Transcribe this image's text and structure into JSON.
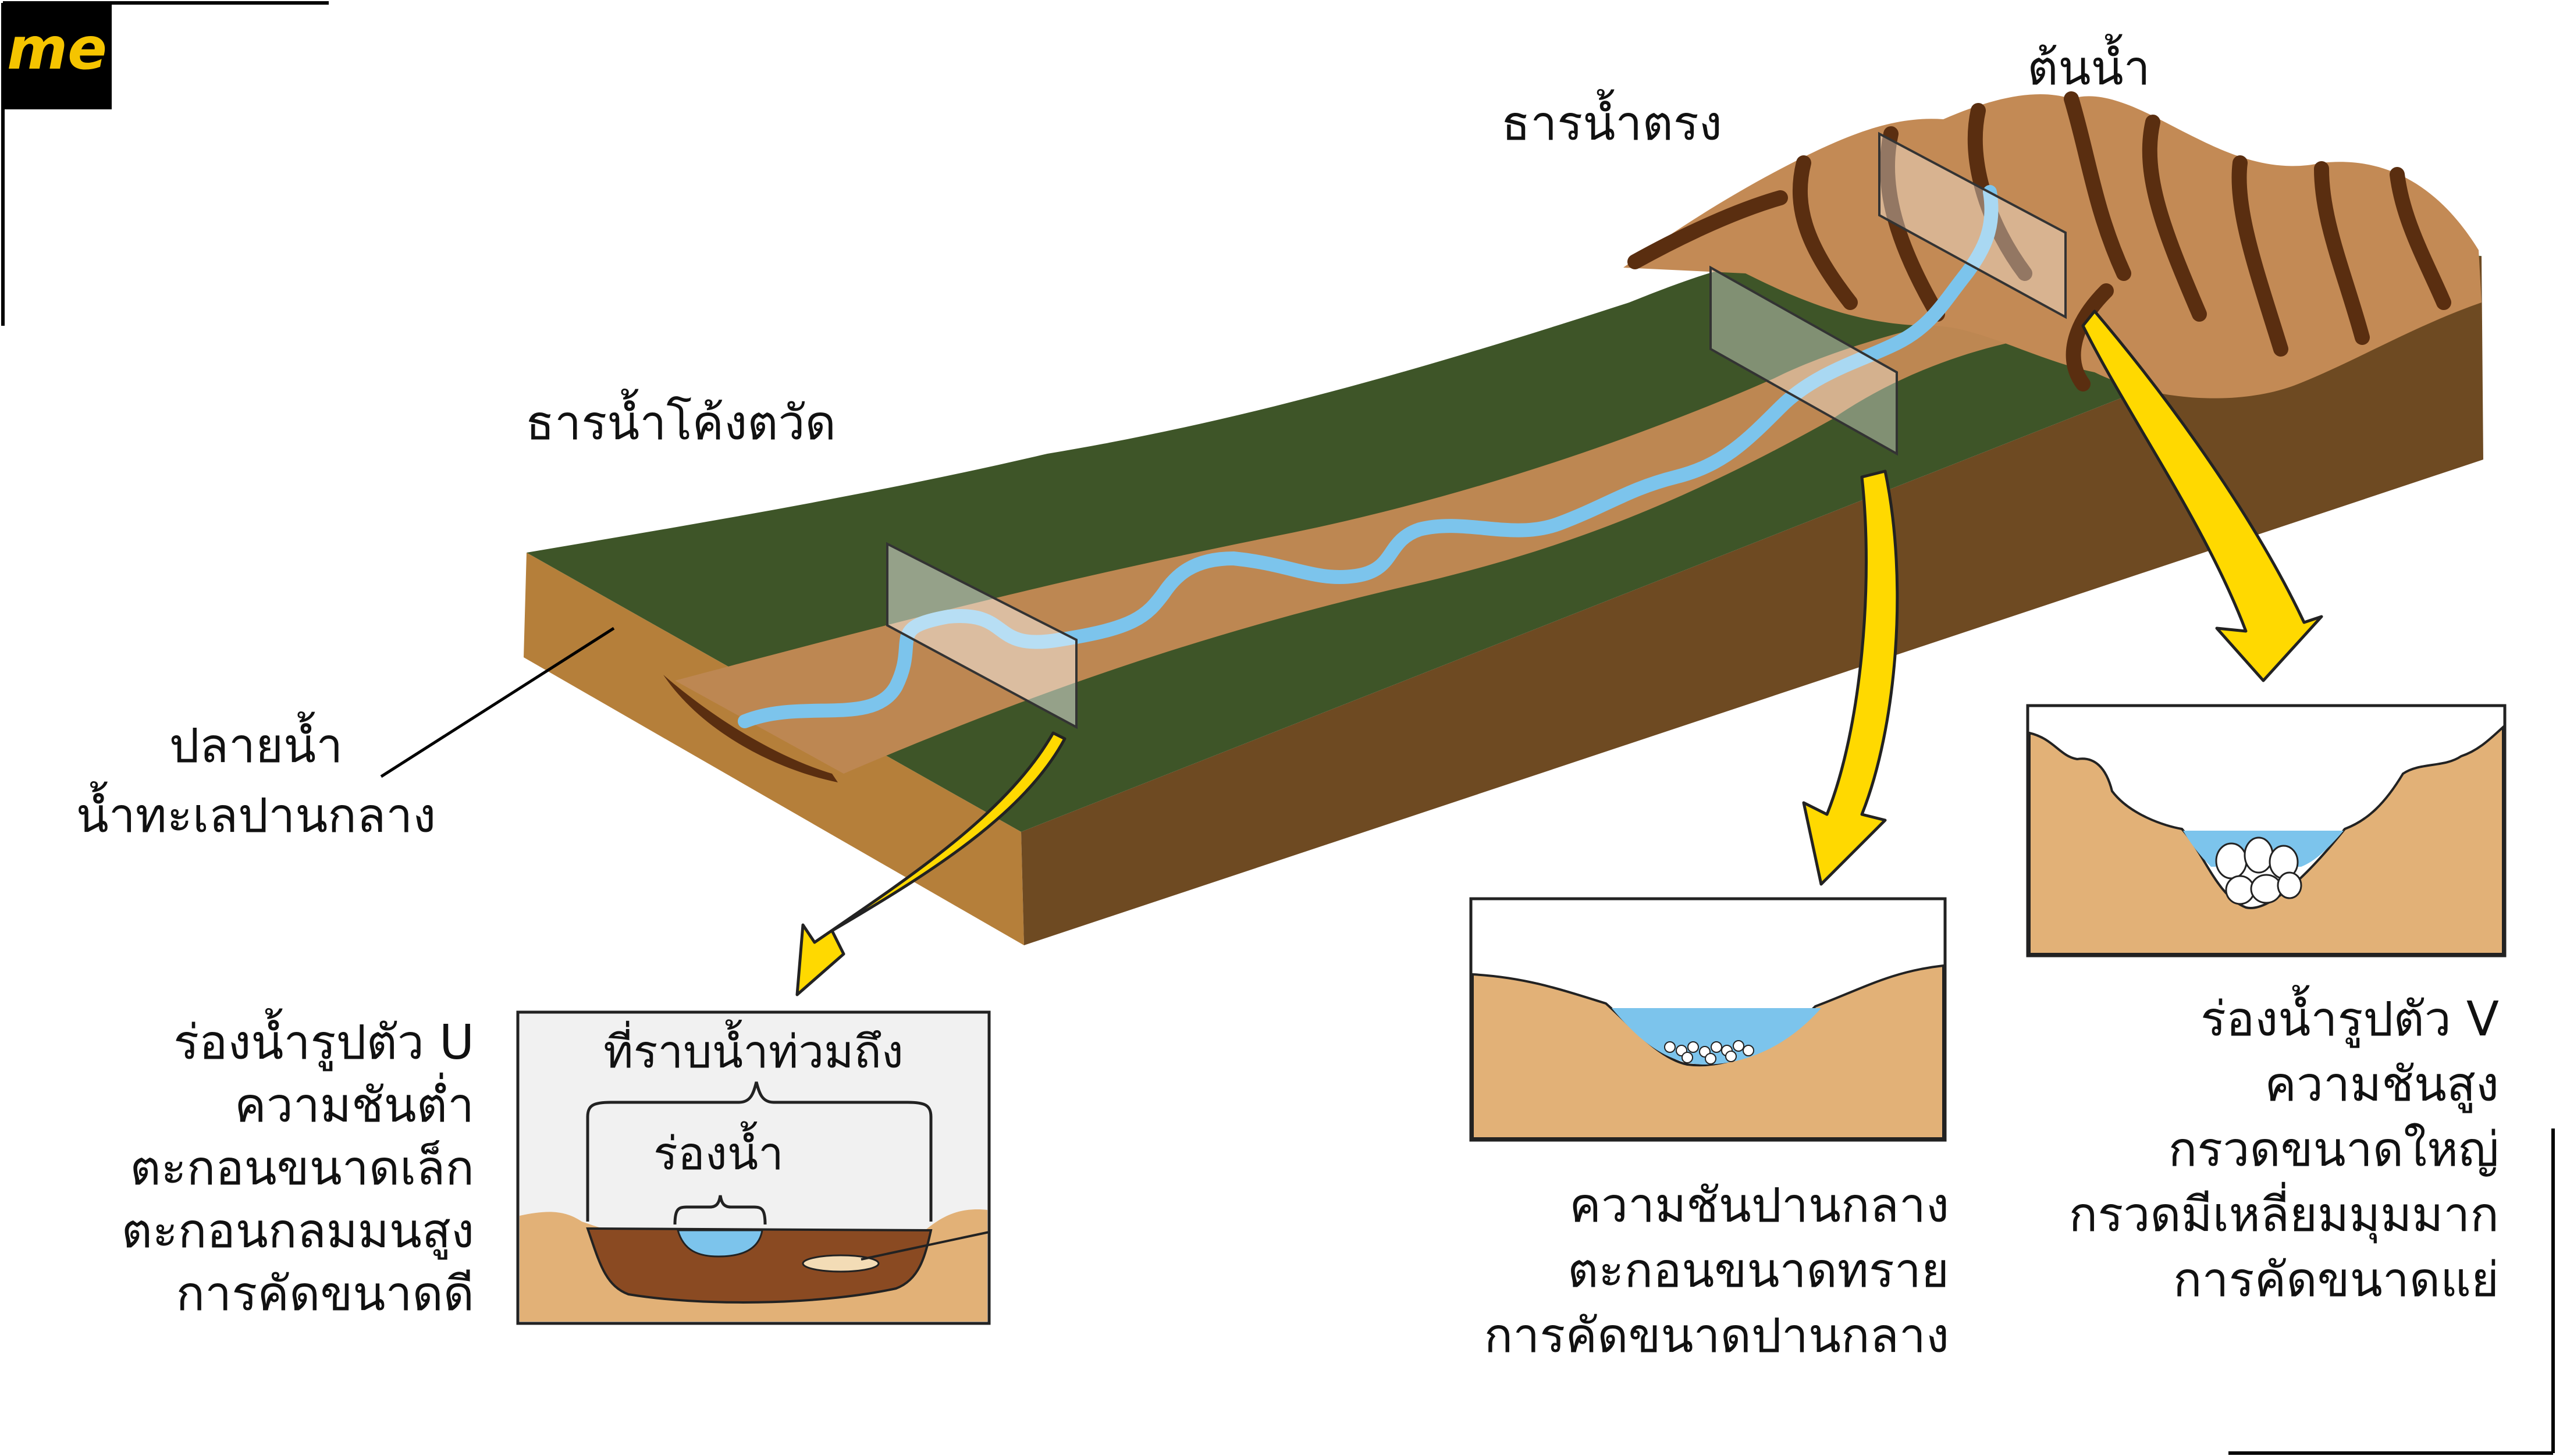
{
  "logo": {
    "text": "me",
    "bg": "#000000",
    "fg": "#f5c400"
  },
  "labels": {
    "source": "ต้นน้ำ",
    "straight_stream": "ธารน้ำตรง",
    "meander_stream": "ธารน้ำโค้งตวัด",
    "mouth_line1": "ปลายน้ำ",
    "mouth_line2": "น้ำทะเลปานกลาง"
  },
  "panel_u": {
    "floodplain": "ที่ราบน้ำท่วมถึง",
    "channel": "ร่องน้ำ",
    "caption": [
      "ร่องน้ำรูปตัว U",
      "ความชันต่ำ",
      "ตะกอนขนาดเล็ก",
      "ตะกอนกลมมนสูง",
      "การคัดขนาดดี"
    ]
  },
  "panel_mid": {
    "caption": [
      "ความชันปานกลาง",
      "ตะกอนขนาดทราย",
      "การคัดขนาดปานกลาง"
    ]
  },
  "panel_v": {
    "caption": [
      "ร่องน้ำรูปตัว V",
      "ความชันสูง",
      "กรวดขนาดใหญ่",
      "กรวดมีเหลี่ยมมุมมาก",
      "การคัดขนาดแย่"
    ]
  },
  "colors": {
    "grass": "#3e5528",
    "soil_front": "#b57f3a",
    "soil_side": "#6e4a22",
    "valley": "#bd8752",
    "water": "#7cc4ec",
    "rock": "#c38a55",
    "rock_dark": "#5a2e10",
    "sand": "#e2b177",
    "arrow": "#ffd900"
  }
}
